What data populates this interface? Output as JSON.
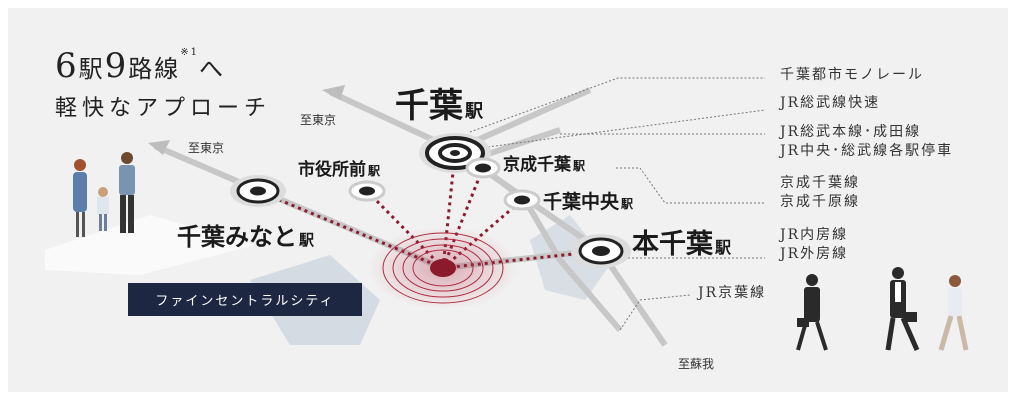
{
  "headline": {
    "count_stations": "6",
    "station_word": "駅",
    "count_lines": "9",
    "line_word": "路線",
    "footnote": "※1",
    "to": "へ",
    "subtitle": "軽快なアプローチ"
  },
  "stations": {
    "chiba": {
      "name": "千葉",
      "suffix": "駅"
    },
    "keisei_chiba": {
      "name": "京成千葉",
      "suffix": "駅"
    },
    "shiyakushomae": {
      "name": "市役所前",
      "suffix": "駅"
    },
    "chiba_chuo": {
      "name": "千葉中央",
      "suffix": "駅"
    },
    "chiba_minato": {
      "name": "千葉みなと",
      "suffix": "駅"
    },
    "hon_chiba": {
      "name": "本千葉",
      "suffix": "駅"
    }
  },
  "directions": {
    "to_tokyo_1": "至東京",
    "to_tokyo_2": "至東京",
    "to_soga": "至蘇我"
  },
  "property_label": "ファインセントラルシティ",
  "lines": {
    "monorail": "千葉都市モノレール",
    "sobu_rapid": "JR総武線快速",
    "sobu_main": "JR総武本線･成田線",
    "chuo_sobu": "JR中央･総武線各駅停車",
    "keisei_chiba": "京成千葉線",
    "keisei_chihara": "京成千原線",
    "uchibo": "JR内房線",
    "sotobo": "JR外房線",
    "keiyo": "JR京葉線"
  },
  "colors": {
    "accent": "#8a1a2c",
    "navy": "#1e2742",
    "bg": "#f1f1f1"
  }
}
